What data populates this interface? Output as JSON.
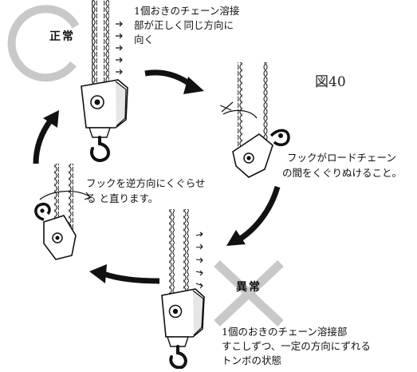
{
  "figure_label": "図40",
  "normal": {
    "badge": "正常",
    "note_lines": [
      "1個おきのチェーン溶接",
      "部が正しく同じ方向に",
      "向く"
    ]
  },
  "pass_through": {
    "note_lines": [
      "フックがロードチェーン",
      "の間をくぐりぬけること。"
    ]
  },
  "abnormal": {
    "badge": "異常",
    "note_lines": [
      "1個のおきのチェーン溶接部",
      "すこしずつ、一定の方向にずれる",
      "トンボの状態"
    ]
  },
  "fix": {
    "note_lines": [
      "フックを逆方向にくぐらせ",
      "る と直ります。"
    ]
  },
  "colors": {
    "ring": "#c8c8c8",
    "cross": "#c8c8c8",
    "arrow": "#111111",
    "line": "#111111"
  },
  "icons": [
    "circle-normal-icon",
    "cross-abnormal-icon",
    "cycle-arrow-icon",
    "chain-hoist-icon",
    "hook-icon"
  ]
}
